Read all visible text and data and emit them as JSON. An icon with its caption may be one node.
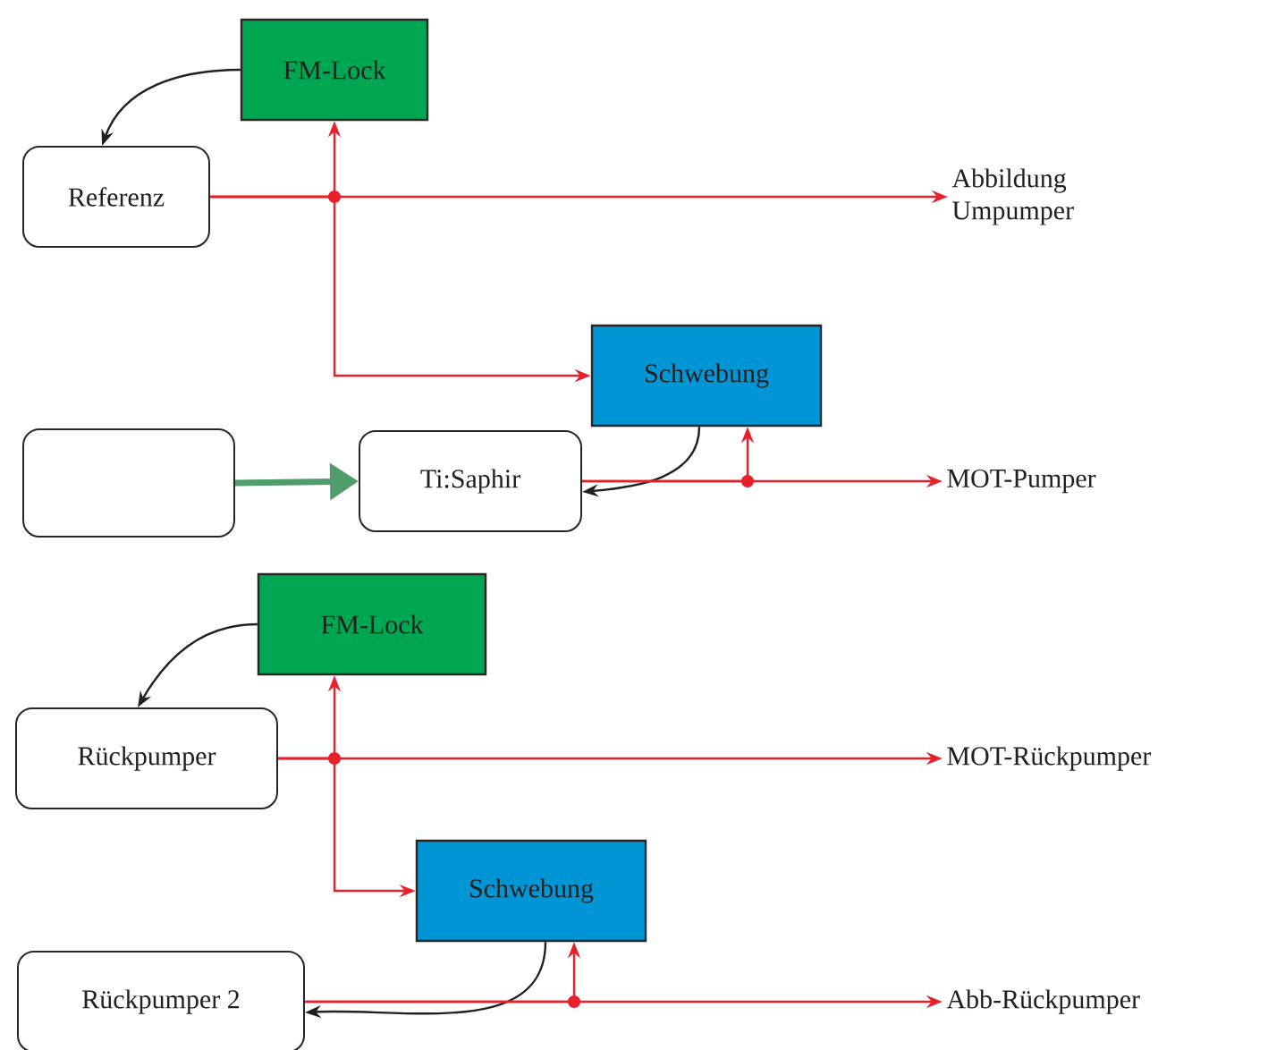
{
  "diagram": {
    "nodes": [
      {
        "text": [
          "FM-Lock"
        ]
      },
      {
        "text": [
          "Referenz"
        ]
      },
      {
        "text": [
          "Abbildung Umpumper"
        ]
      },
      {
        "text": [
          "Schwebung"
        ]
      },
      {
        "text": [],
        "shape": "box"
      },
      {
        "text": [
          "Ti:Saphir"
        ]
      },
      {
        "text": [
          "MOT-Pumper"
        ]
      },
      {
        "text": [
          "FM-Lock"
        ]
      },
      {
        "text": [
          "Rückpumper"
        ]
      },
      {
        "text": [
          "MOT-Rückpumper"
        ]
      },
      {
        "text": [
          "Schwebung"
        ]
      },
      {
        "text": [
          "Rückpumper 2"
        ]
      },
      {
        "text": [
          "Abb-Rückpumper"
        ]
      }
    ],
    "edges": [
      {
        "from": 0,
        "to": 1,
        "arrow": "to",
        "color": "#231f20"
      },
      {
        "from": 1,
        "to": 2,
        "arrow": "to"
      },
      {
        "from": 1,
        "to": 0,
        "arrow": "to"
      },
      {
        "from": 1,
        "to": 3,
        "arrow": "to"
      },
      {
        "from": 4,
        "to": 5,
        "arrow": "to",
        "style": "thick",
        "color": "#4f9d6b"
      },
      {
        "from": 3,
        "to": 5,
        "arrow": "to",
        "color": "#231f20"
      },
      {
        "from": 5,
        "to": 6,
        "arrow": "to"
      },
      {
        "from": 5,
        "to": 3,
        "arrow": "to"
      },
      {
        "from": 7,
        "to": 8,
        "arrow": "to",
        "color": "#231f20"
      },
      {
        "from": 8,
        "to": 9,
        "arrow": "to"
      },
      {
        "from": 8,
        "to": 7,
        "arrow": "to"
      },
      {
        "from": 8,
        "to": 10,
        "arrow": "to"
      },
      {
        "from": 10,
        "to": 11,
        "arrow": "to",
        "color": "#231f20"
      },
      {
        "from": 11,
        "to": 12,
        "arrow": "to"
      },
      {
        "from": 11,
        "to": 10,
        "arrow": "to"
      }
    ]
  }
}
